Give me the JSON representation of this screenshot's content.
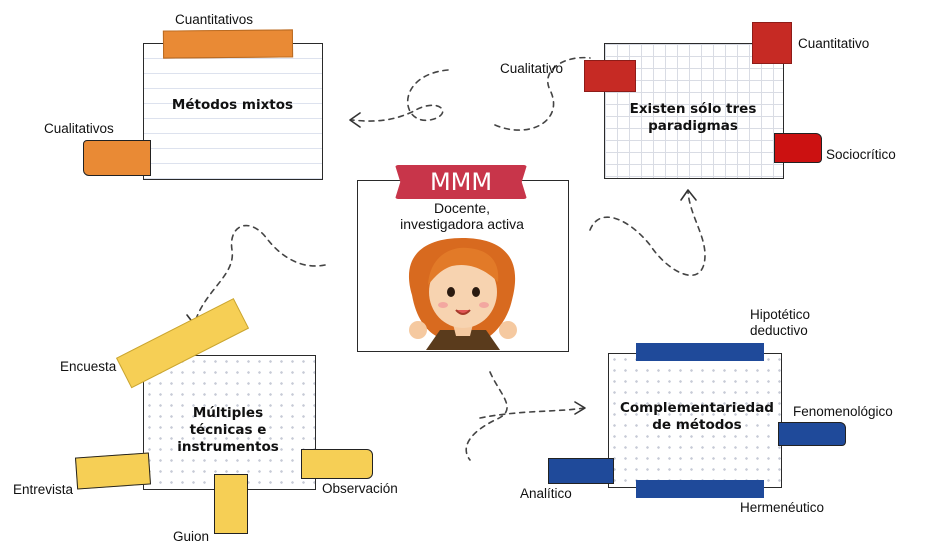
{
  "center": {
    "badge": "MMM",
    "subtitle": "Docente,\ninvestigadora activa"
  },
  "mixtos": {
    "title": "Métodos mixtos",
    "top_tab": "Cuantitativos",
    "left_tab": "Cualitativos"
  },
  "paradigmas": {
    "title": "Existen sólo tres paradigmas",
    "left_tab": "Cualitativo",
    "top_tab": "Cuantitativo",
    "right_tab": "Sociocrítico"
  },
  "tecnicas": {
    "title": "Múltiples técnicas e instrumentos",
    "tab_top": "Encuesta",
    "tab_left": "Entrevista",
    "tab_bottom": "Guion",
    "tab_right": "Observación"
  },
  "complementariedad": {
    "title": "Complementariedad de métodos",
    "tab_top": "Hipotético deductivo",
    "tab_right": "Fenomenológico",
    "tab_left": "Analítico",
    "tab_bottom": "Hermenéutico"
  },
  "colors": {
    "orange": "#e98a35",
    "red": "#c62a24",
    "yellow": "#f6cf55",
    "blue": "#1f4a9a",
    "badge": "#c8354a"
  }
}
